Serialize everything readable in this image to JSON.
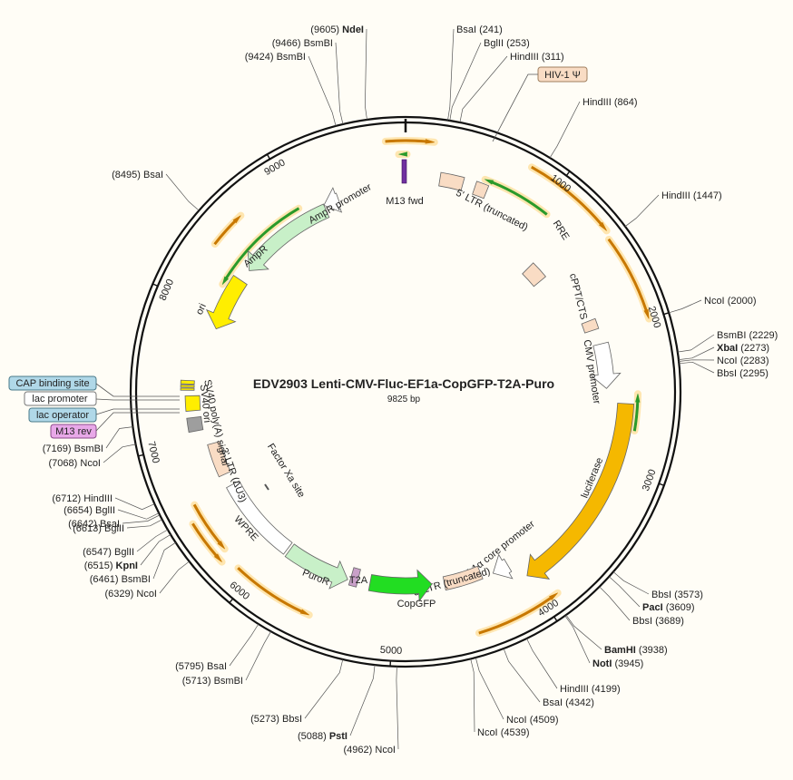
{
  "plasmid": {
    "name": "EDV2903 Lenti-CMV-Fluc-EF1a-CopGFP-T2A-Puro",
    "length": 9825,
    "size_label": "9825 bp",
    "bp_unit": "bp"
  },
  "ticks": [
    "1000",
    "2000",
    "3000",
    "4000",
    "5000",
    "6000",
    "7000",
    "8000",
    "9000"
  ],
  "sites": [
    {
      "bp": 9605,
      "name": "NdeI",
      "pos": "(9605)",
      "bold": true
    },
    {
      "bp": 9466,
      "name": "BsmBI",
      "pos": "(9466)",
      "bold": false
    },
    {
      "bp": 9424,
      "name": "BsmBI",
      "pos": "(9424)",
      "bold": false
    },
    {
      "bp": 241,
      "name": "BsaI",
      "pos": "(241)",
      "bold": false
    },
    {
      "bp": 253,
      "name": "BglII",
      "pos": "(253)",
      "bold": false
    },
    {
      "bp": 311,
      "name": "HindIII",
      "pos": "(311)",
      "bold": false
    },
    {
      "bp": 864,
      "name": "HindIII",
      "pos": "(864)",
      "bold": false
    },
    {
      "bp": 1447,
      "name": "HindIII",
      "pos": "(1447)",
      "bold": false
    },
    {
      "bp": 2000,
      "name": "NcoI",
      "pos": "(2000)",
      "bold": false
    },
    {
      "bp": 2229,
      "name": "BsmBI",
      "pos": "(2229)",
      "bold": false
    },
    {
      "bp": 2273,
      "name": "XbaI",
      "pos": "(2273)",
      "bold": true
    },
    {
      "bp": 2283,
      "name": "NcoI",
      "pos": "(2283)",
      "bold": false
    },
    {
      "bp": 2295,
      "name": "BbsI",
      "pos": "(2295)",
      "bold": false
    },
    {
      "bp": 3573,
      "name": "BbsI",
      "pos": "(3573)",
      "bold": false
    },
    {
      "bp": 3609,
      "name": "PacI",
      "pos": "(3609)",
      "bold": true
    },
    {
      "bp": 3689,
      "name": "BbsI",
      "pos": "(3689)",
      "bold": false
    },
    {
      "bp": 3938,
      "name": "BamHI",
      "pos": "(3938)",
      "bold": true
    },
    {
      "bp": 3945,
      "name": "NotI",
      "pos": "(3945)",
      "bold": true
    },
    {
      "bp": 4199,
      "name": "HindIII",
      "pos": "(4199)",
      "bold": false
    },
    {
      "bp": 4342,
      "name": "BsaI",
      "pos": "(4342)",
      "bold": false
    },
    {
      "bp": 4509,
      "name": "NcoI",
      "pos": "(4509)",
      "bold": false
    },
    {
      "bp": 4539,
      "name": "NcoI",
      "pos": "(4539)",
      "bold": false
    },
    {
      "bp": 4962,
      "name": "NcoI",
      "pos": "(4962)",
      "bold": false
    },
    {
      "bp": 5088,
      "name": "PstI",
      "pos": "(5088)",
      "bold": true
    },
    {
      "bp": 5273,
      "name": "BbsI",
      "pos": "(5273)",
      "bold": false
    },
    {
      "bp": 5713,
      "name": "BsmBI",
      "pos": "(5713)",
      "bold": false
    },
    {
      "bp": 5795,
      "name": "BsaI",
      "pos": "(5795)",
      "bold": false
    },
    {
      "bp": 6329,
      "name": "NcoI",
      "pos": "(6329)",
      "bold": false
    },
    {
      "bp": 6461,
      "name": "BsmBI",
      "pos": "(6461)",
      "bold": false
    },
    {
      "bp": 6515,
      "name": "KpnI",
      "pos": "(6515)",
      "bold": true
    },
    {
      "bp": 6547,
      "name": "BglII",
      "pos": "(6547)",
      "bold": false
    },
    {
      "bp": 6613,
      "name": "BglII",
      "pos": "(6613)",
      "bold": false
    },
    {
      "bp": 6642,
      "name": "BsaI",
      "pos": "(6642)",
      "bold": false
    },
    {
      "bp": 6654,
      "name": "BglII",
      "pos": "(6654)",
      "bold": false
    },
    {
      "bp": 6712,
      "name": "HindIII",
      "pos": "(6712)",
      "bold": false
    },
    {
      "bp": 7068,
      "name": "NcoI",
      "pos": "(7068)",
      "bold": false
    },
    {
      "bp": 7169,
      "name": "BsmBI",
      "pos": "(7169)",
      "bold": false
    },
    {
      "bp": 8495,
      "name": "BsaI",
      "pos": "(8495)",
      "bold": false
    }
  ],
  "features": [
    {
      "name": "M13 fwd",
      "kind": "primer",
      "color": "#7030a0"
    },
    {
      "name": "5' LTR (truncated)",
      "kind": "ltr",
      "color": "#f9dcc4"
    },
    {
      "name": "HIV-1 Ψ",
      "kind": "boxed",
      "color": "#f9dcc4"
    },
    {
      "name": "RRE",
      "kind": "box",
      "color": "#f9dcc4"
    },
    {
      "name": "cPPT/CTS",
      "kind": "box",
      "color": "#f9dcc4"
    },
    {
      "name": "CMV promoter",
      "kind": "promoter",
      "color": "#ffffff"
    },
    {
      "name": "luciferase",
      "kind": "gene",
      "color": "#f5b800"
    },
    {
      "name": "EF-1α core promoter",
      "kind": "promoter",
      "color": "#ffffff"
    },
    {
      "name": "5' LTR (truncated)",
      "kind": "ltr",
      "color": "#f9dcc4"
    },
    {
      "name": "CopGFP",
      "kind": "gene",
      "color": "#22dd22"
    },
    {
      "name": "T2A",
      "kind": "small",
      "color": "#c9a0c8"
    },
    {
      "name": "PuroR",
      "kind": "gene",
      "color": "#c8f0c8"
    },
    {
      "name": "WPRE",
      "kind": "element",
      "color": "#ffffff"
    },
    {
      "name": "3' LTR (ΔU3)",
      "kind": "ltr",
      "color": "#f9dcc4"
    },
    {
      "name": "SV40 poly(A) signal",
      "kind": "terminator",
      "color": "#9e9e9e"
    },
    {
      "name": "SV40 ori",
      "kind": "origin",
      "color": "#ffee00"
    },
    {
      "name": "Factor Xa site",
      "kind": "site",
      "color": "#555555"
    },
    {
      "name": "ori",
      "kind": "origin",
      "color": "#ffee00"
    },
    {
      "name": "AmpR",
      "kind": "gene",
      "color": "#c8f0c8"
    },
    {
      "name": "AmpR promoter",
      "kind": "promoter",
      "color": "#ffffff"
    }
  ],
  "left_labels": {
    "cap_binding_site": "CAP binding site",
    "lac_promoter": "lac promoter",
    "lac_operator": "lac operator",
    "m13_rev": "M13 rev"
  },
  "colors": {
    "backbone": "#111111",
    "orf_orange": "#c87800",
    "orf_green": "#2a9a2a",
    "orf_glow": "#ffe6b0",
    "cap_box": "#b0d8e8",
    "m13rev_box": "#e8a8e8",
    "hiv_box": "#f9dcc4",
    "leader_line": "#555555"
  }
}
